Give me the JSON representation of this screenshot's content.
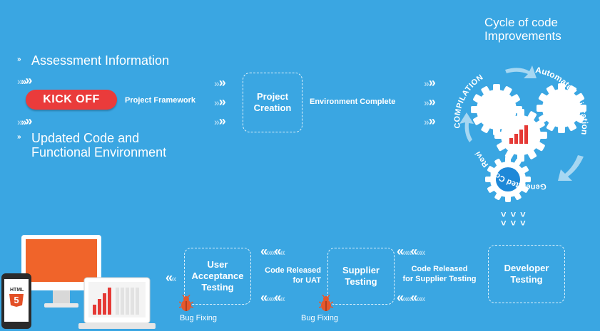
{
  "colors": {
    "background": "#3aa6e2",
    "kickoff": "#ea3b3b",
    "monitor_screen": "#f0642a",
    "bug": "#e5572b",
    "bars": "#e53935"
  },
  "top": {
    "assessment_info": "Assessment Information",
    "kickoff_label": "KICK OFF",
    "project_framework": "Project Framework",
    "updated_code_line1": "Updated Code and",
    "updated_code_line2": "Functional Environment",
    "project_creation_line1": "Project",
    "project_creation_line2": "Creation",
    "environment_complete": "Environment Complete"
  },
  "cycle": {
    "title_line1": "Cycle of  code",
    "title_line2": "Improvements",
    "compilation": "COMPILATION",
    "automated_migration": "Automated migration",
    "generated_code_review": "Generated Code Review"
  },
  "bottom": {
    "developer_testing_line1": "Developer",
    "developer_testing_line2": "Testing",
    "code_released_supplier_line1": "Code Released",
    "code_released_supplier_line2": "for Supplier Testing",
    "supplier_testing_line1": "Supplier",
    "supplier_testing_line2": "Testing",
    "code_released_uat_line1": "Code Released",
    "code_released_uat_line2": "for UAT",
    "uat_line1": "User",
    "uat_line2": "Acceptance",
    "uat_line3": "Testing",
    "bug_fixing_1": "Bug Fixing",
    "bug_fixing_2": "Bug Fixing"
  },
  "devices": {
    "html5_badge": "HTML",
    "html5_number": "5"
  },
  "icons": [
    "chevron-right-icon",
    "chevron-left-icon",
    "chevron-down-icon",
    "gear-icon",
    "cycle-arrow-icon",
    "bug-icon",
    "monitor-icon",
    "laptop-icon",
    "phone-icon",
    "bar-chart-icon",
    "html5-icon"
  ]
}
